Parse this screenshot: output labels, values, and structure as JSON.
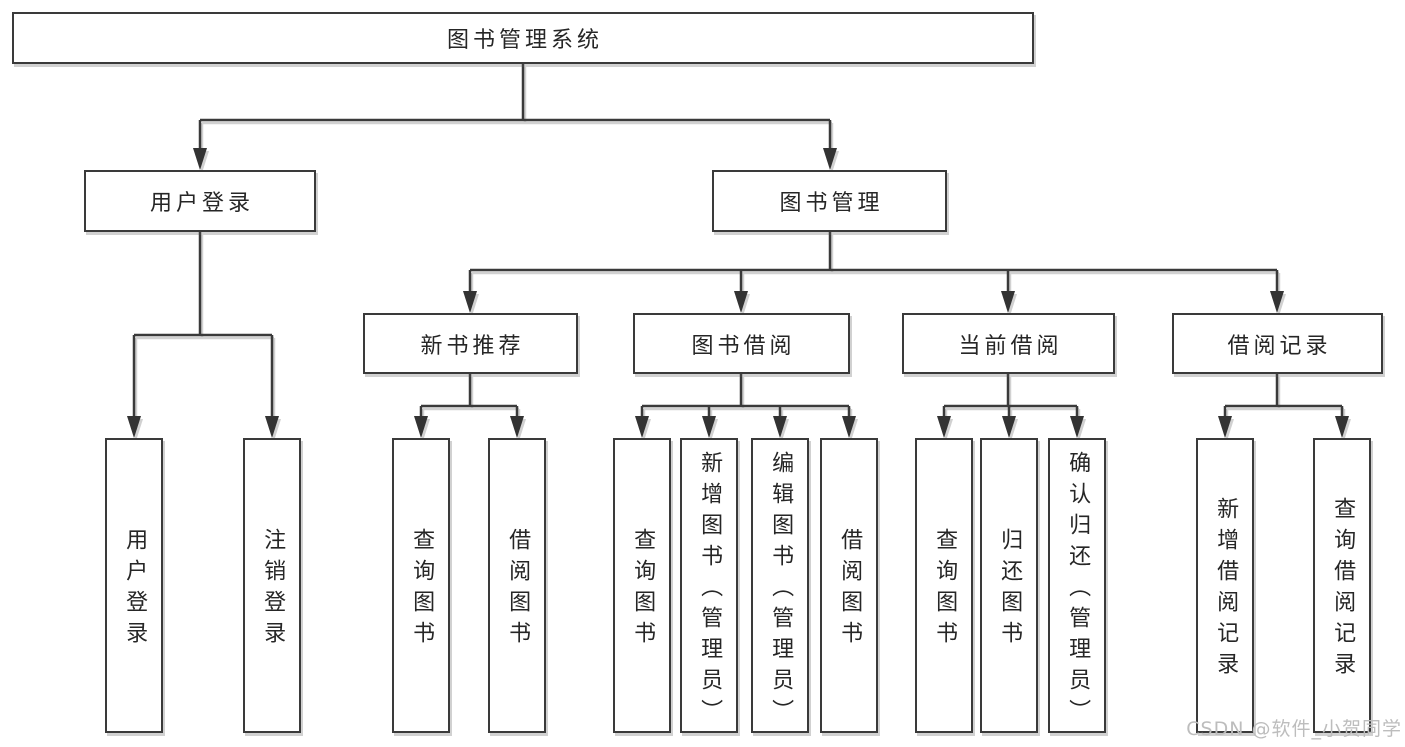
{
  "nodes": {
    "root": "图书管理系统",
    "user_login": "用户登录",
    "book_management": "图书管理",
    "new_book_recommend": "新书推荐",
    "book_borrow": "图书借阅",
    "current_borrow": "当前借阅",
    "borrow_records": "借阅记录",
    "leaves": [
      "用户登录",
      "注销登录",
      "查询图书",
      "借阅图书",
      "查询图书",
      "新增图书（管理员）",
      "编辑图书（管理员）",
      "借阅图书",
      "查询图书",
      "归还图书",
      "确认归还（管理员）",
      "新增借阅记录",
      "查询借阅记录"
    ]
  },
  "watermark": "CSDN @软件_小贺同学",
  "colors": {
    "line": "#3a3a3a",
    "text": "#262626",
    "watermark": "#bdbdbd",
    "background": "#ffffff"
  }
}
